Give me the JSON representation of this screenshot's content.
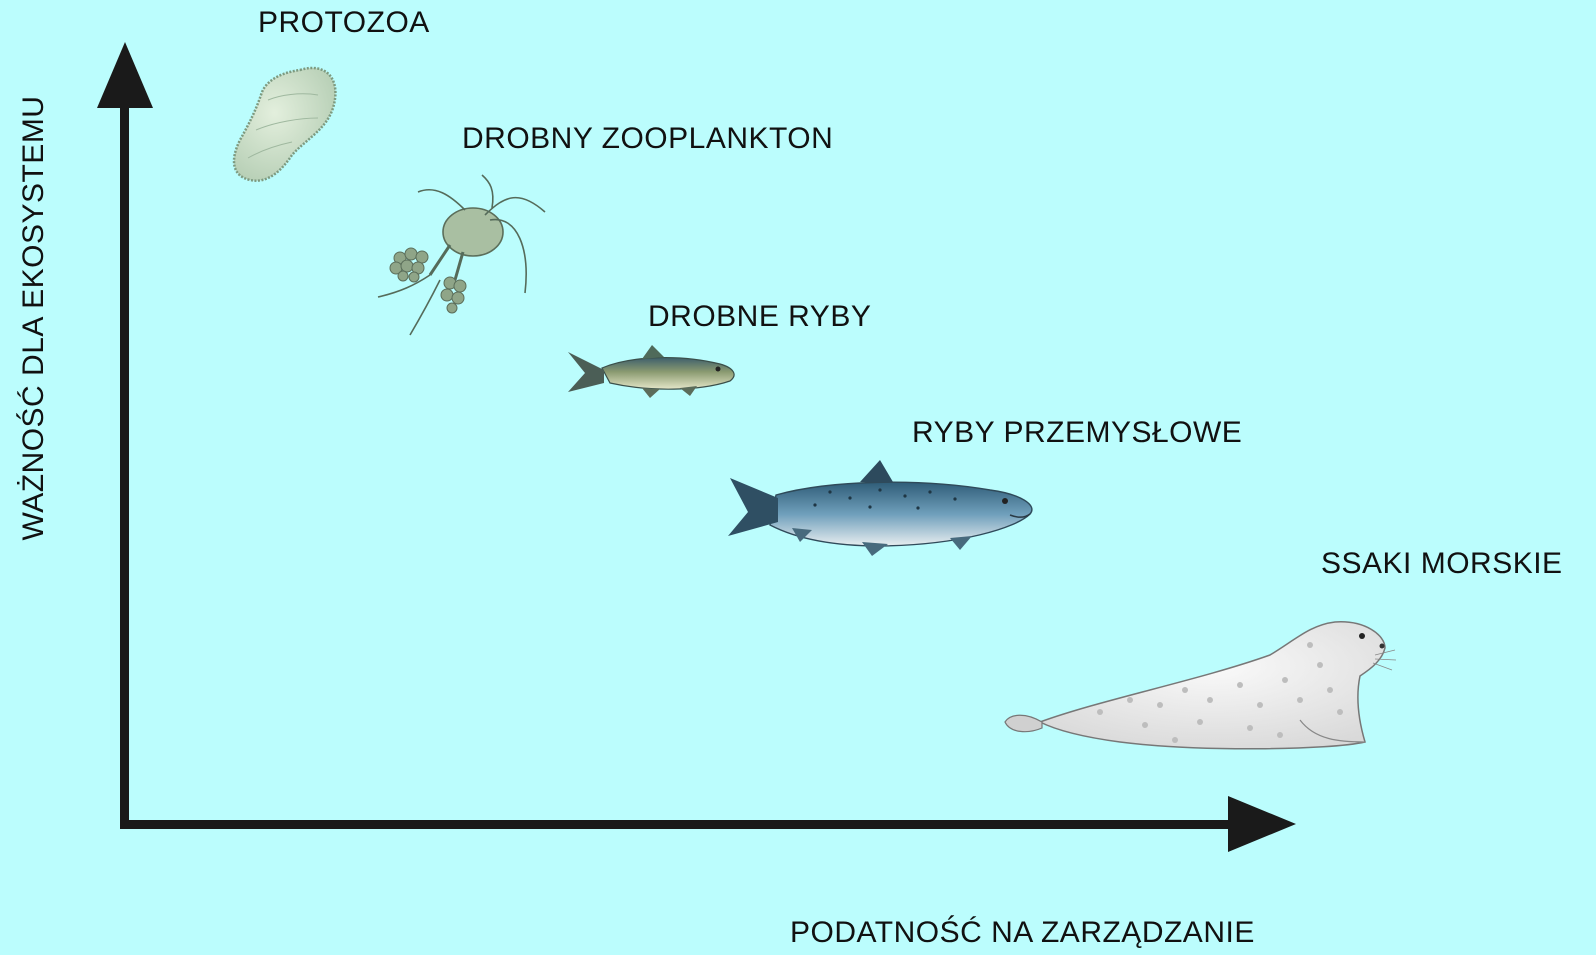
{
  "axes": {
    "y_label": "WAŻNOŚĆ DLA EKOSYSTEMU",
    "x_label": "PODATNOŚĆ NA ZARZĄDZANIE",
    "line_color": "#1a1a1a"
  },
  "organisms": [
    {
      "label": "PROTOZOA",
      "icon": "protozoa-icon"
    },
    {
      "label": "DROBNY ZOOPLANKTON",
      "icon": "copepod-icon"
    },
    {
      "label": "DROBNE RYBY",
      "icon": "small-fish-icon"
    },
    {
      "label": "RYBY PRZEMYSŁOWE",
      "icon": "salmon-icon"
    },
    {
      "label": "SSAKI MORSKIE",
      "icon": "seal-icon"
    }
  ],
  "colors": {
    "background": "#bbfdfd",
    "protozoa": "#c9e0c8",
    "fish_back": "#3e5f6c",
    "salmon_back": "#3b6a86",
    "seal": "#f2f2f2"
  }
}
